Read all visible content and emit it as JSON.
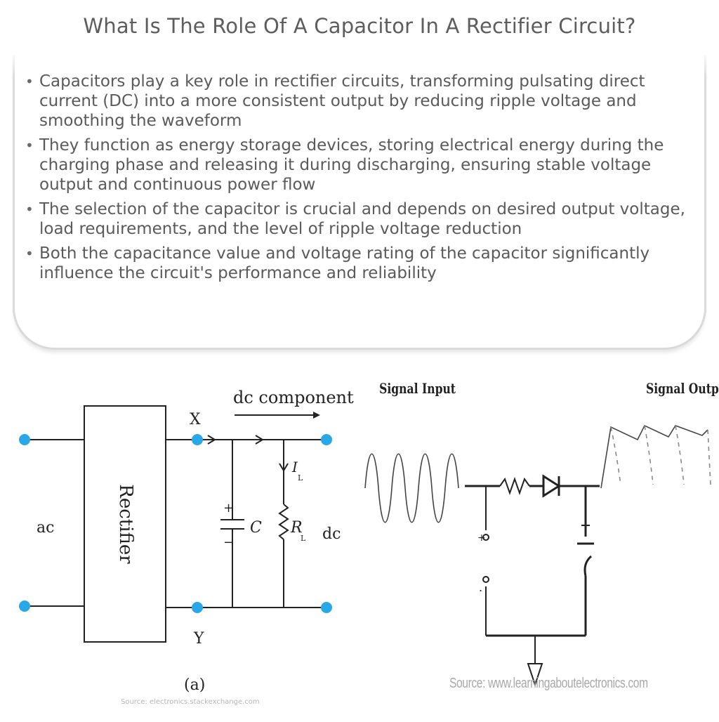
{
  "title": "What Is The Role Of A Capacitor In A Rectifier Circuit?",
  "bullets": [
    "Capacitors play a key role in rectifier circuits, transforming pulsating direct current (DC) into a more consistent output by reducing ripple voltage and smoothing the waveform",
    "They function as energy storage devices, storing electrical energy during the charging phase and releasing it during discharging, ensuring stable voltage output and continuous power flow",
    "The selection of the capacitor is crucial and depends on desired output voltage, load requirements, and the level of ripple voltage reduction",
    "Both the capacitance value and voltage rating of the capacitor significantly influence the circuit's performance and reliability"
  ],
  "diagram_a": {
    "block_label": "Rectifier",
    "input_label": "ac",
    "output_label": "dc",
    "top_node": "X",
    "bottom_node": "Y",
    "arrow_label": "dc component",
    "capacitor_label": "C",
    "current_label": "I",
    "current_sub": "L",
    "resistor_label": "R",
    "resistor_sub": "L",
    "plus": "+",
    "minus": "−",
    "caption": "(a)",
    "source": "Source: electronics.stackexchange.com",
    "colors": {
      "terminal": "#2aa7e6",
      "wire": "#222222"
    }
  },
  "diagram_b": {
    "input_label": "Signal Input",
    "output_label": "Signal Output",
    "plus_terminal": "+",
    "minus_terminal": ".",
    "source": "Source: www.learningaboutelectronics.com"
  }
}
